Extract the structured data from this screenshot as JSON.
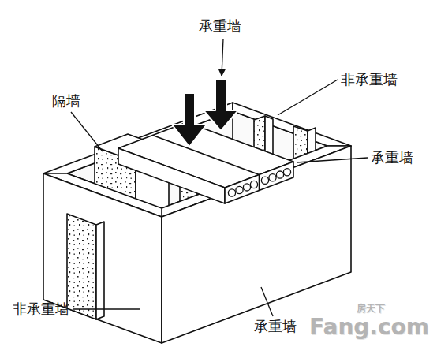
{
  "diagram": {
    "labels": [
      "承重墙",
      "非承重墙",
      "隔墙",
      "承重墙",
      "非承重墙",
      "承重墙",
      "房天下",
      "Fang.com"
    ]
  }
}
